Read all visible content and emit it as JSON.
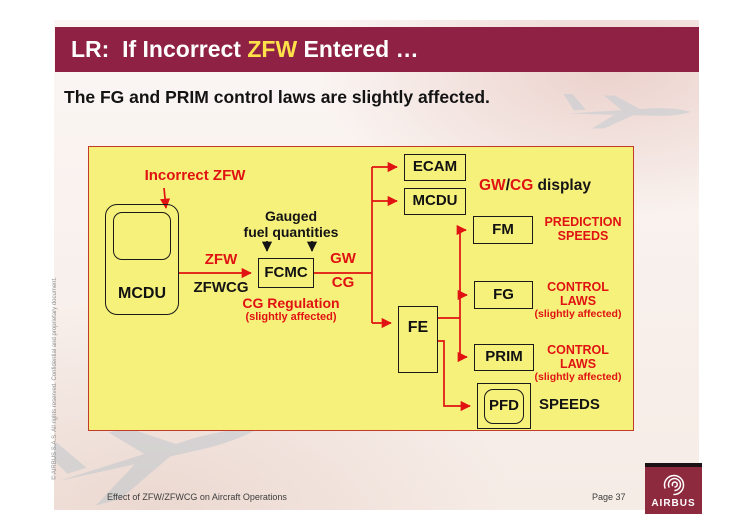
{
  "slide": {
    "title": {
      "prefix": "LR:  If Incorrect ",
      "highlight": "ZFW",
      "suffix": " Entered …"
    },
    "subtitle": "The FG and PRIM control laws are slightly affected.",
    "footer": {
      "doc_title": "Effect of ZFW/ZFWCG on Aircraft Operations",
      "page": "Page 37",
      "copyright": "© AIRBUS S.A.S. All rights reserved. Confidential and proprietary document.",
      "logo_text": "AIRBUS"
    }
  },
  "diagram": {
    "incorrect_zfw": "Incorrect ZFW",
    "mcdu_source": "MCDU",
    "zfw": "ZFW",
    "zfwcg": "ZFWCG",
    "gauged_line1": "Gauged",
    "gauged_line2": "fuel quantities",
    "fcmc": "FCMC",
    "cg_regulation": "CG Regulation",
    "cg_regulation_note": "(slightly affected)",
    "gw_out": "GW",
    "cg_out": "CG",
    "ecam": "ECAM",
    "mcdu_display": "MCDU",
    "gwcg_display": {
      "gw": "GW",
      "slash": "/",
      "cg": "CG",
      "rest": " display"
    },
    "fm": "FM",
    "fm_note1": "PREDICTION",
    "fm_note2": "SPEEDS",
    "fe": "FE",
    "fg": "FG",
    "fg_note1": "CONTROL",
    "fg_note2": "LAWS",
    "fg_note3": "(slightly affected)",
    "prim": "PRIM",
    "prim_note1": "CONTROL",
    "prim_note2": "LAWS",
    "prim_note3": "(slightly affected)",
    "pfd": "PFD",
    "pfd_note": "SPEEDS"
  },
  "colors": {
    "title_bar": "#8E2144",
    "title_highlight": "#FFE24A",
    "panel_yellow": "#F6F17B",
    "diagram_red": "#E01212",
    "logo_maroon": "#8E2A3E"
  }
}
